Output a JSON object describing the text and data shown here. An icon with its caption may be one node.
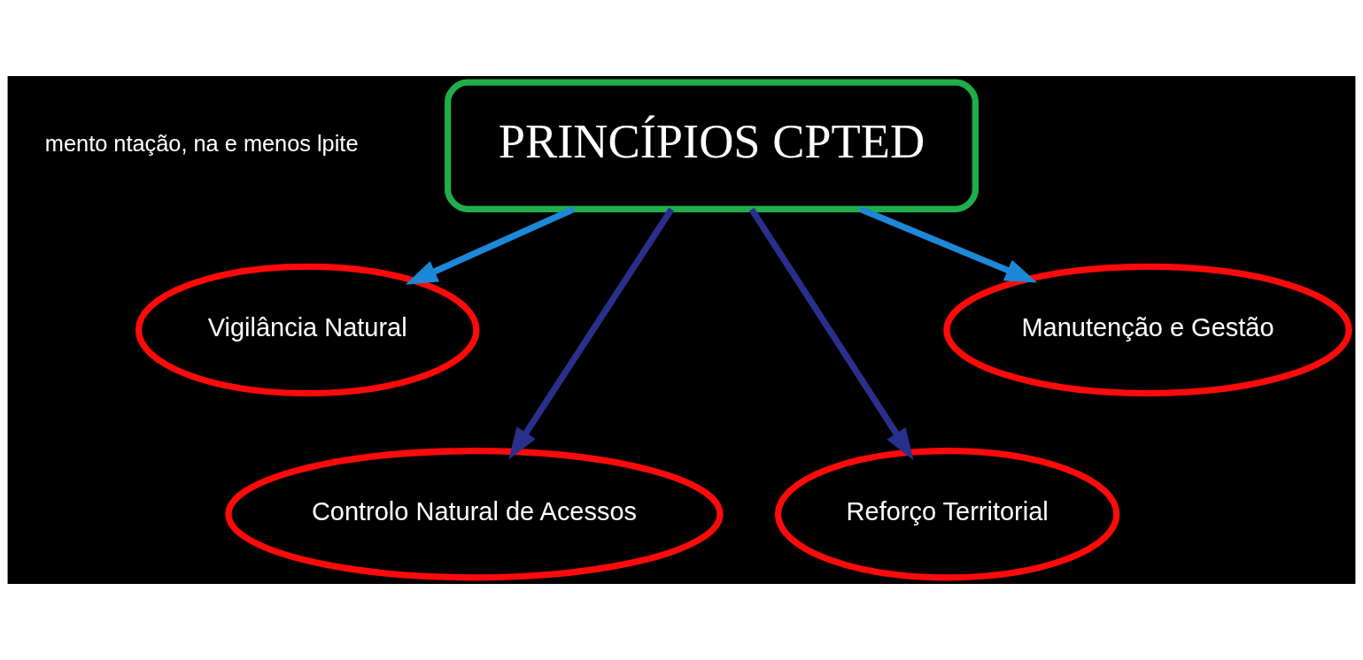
{
  "diagram": {
    "nodes": [
      {
        "text": [
          "PRINCÍPIOS CPTED"
        ]
      },
      {
        "text": [
          "Vigilância Natural"
        ]
      },
      {
        "text": [
          "Controlo Natural de Acessos"
        ]
      },
      {
        "text": [
          "Reforço Territorial"
        ]
      },
      {
        "text": [
          "Manutenção e Gestão"
        ]
      }
    ],
    "edges": [
      {
        "from": 0,
        "to": 1,
        "arrow": "to",
        "color": "#1e88d8"
      },
      {
        "from": 0,
        "to": 2,
        "arrow": "to",
        "color": "#2a2f8c"
      },
      {
        "from": 0,
        "to": 3,
        "arrow": "to",
        "color": "#2a2f8c"
      },
      {
        "from": 0,
        "to": 4,
        "arrow": "to",
        "color": "#1e88d8"
      }
    ],
    "labels": [
      "mento ntação, na e menos lpite"
    ]
  }
}
